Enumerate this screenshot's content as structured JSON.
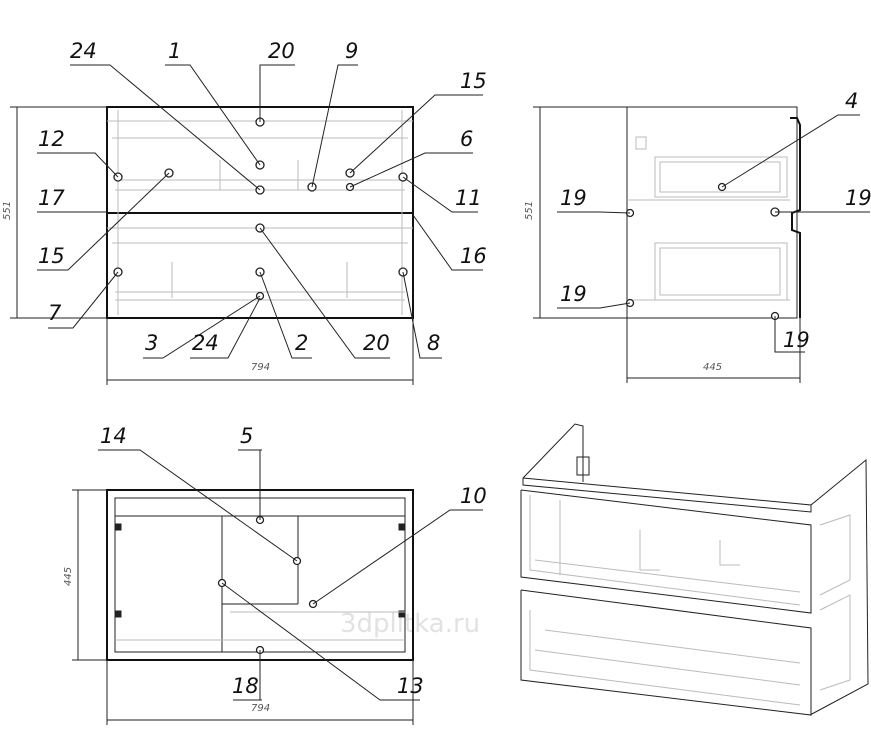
{
  "views": {
    "front": {
      "dimensions": {
        "height": "551",
        "width": "794"
      },
      "callouts": [
        "24",
        "1",
        "20",
        "9",
        "15",
        "12",
        "6",
        "17",
        "11",
        "15",
        "16",
        "7",
        "8",
        "3",
        "24",
        "2",
        "20"
      ]
    },
    "side": {
      "dimensions": {
        "height": "551",
        "depth": "445"
      },
      "callouts": [
        "4",
        "19",
        "19",
        "19",
        "19"
      ]
    },
    "bottom": {
      "dimensions": {
        "depth": "445",
        "width": "794"
      },
      "callouts": [
        "14",
        "5",
        "10",
        "13",
        "18"
      ]
    }
  },
  "watermark": "3dplitka.ru"
}
